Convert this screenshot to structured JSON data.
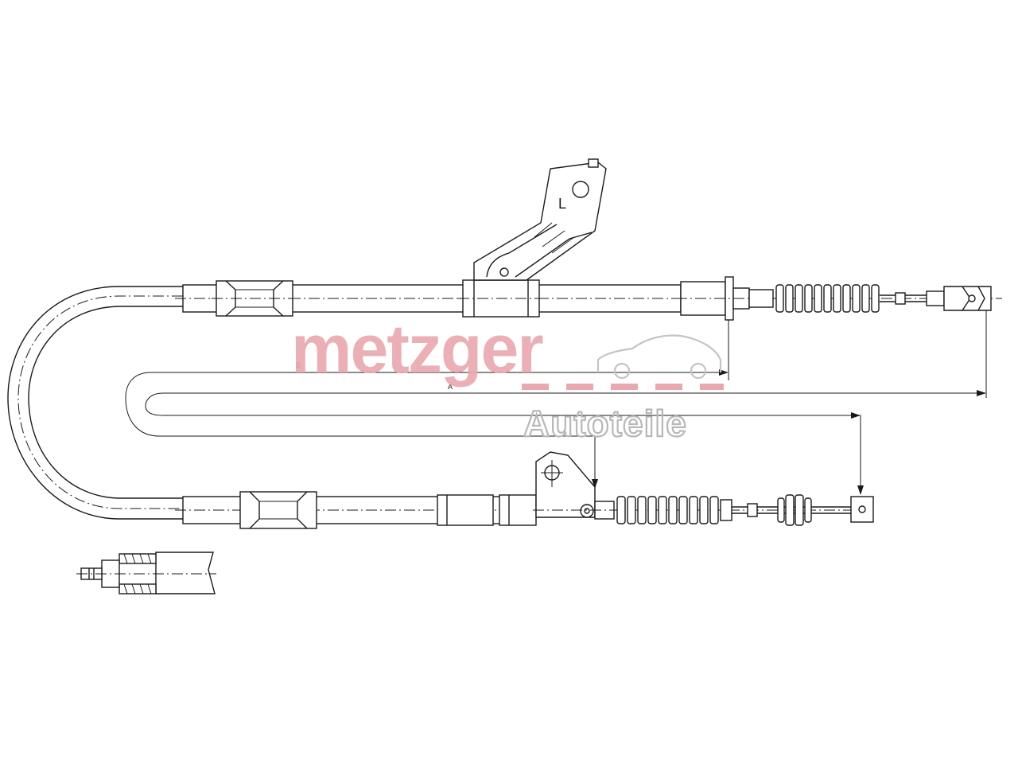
{
  "watermark": {
    "brand": "metzger",
    "sub": "Autoteile",
    "brand_color": "#e9a7ae",
    "sub_color": "#b8b8b8",
    "icon": "car-outline-icon"
  },
  "dimensions": {
    "a_label": "A",
    "b_label": "B"
  },
  "parts": {
    "bracket_upper_label": "L"
  },
  "colors": {
    "line": "#1a1a1a",
    "background": "#ffffff"
  }
}
